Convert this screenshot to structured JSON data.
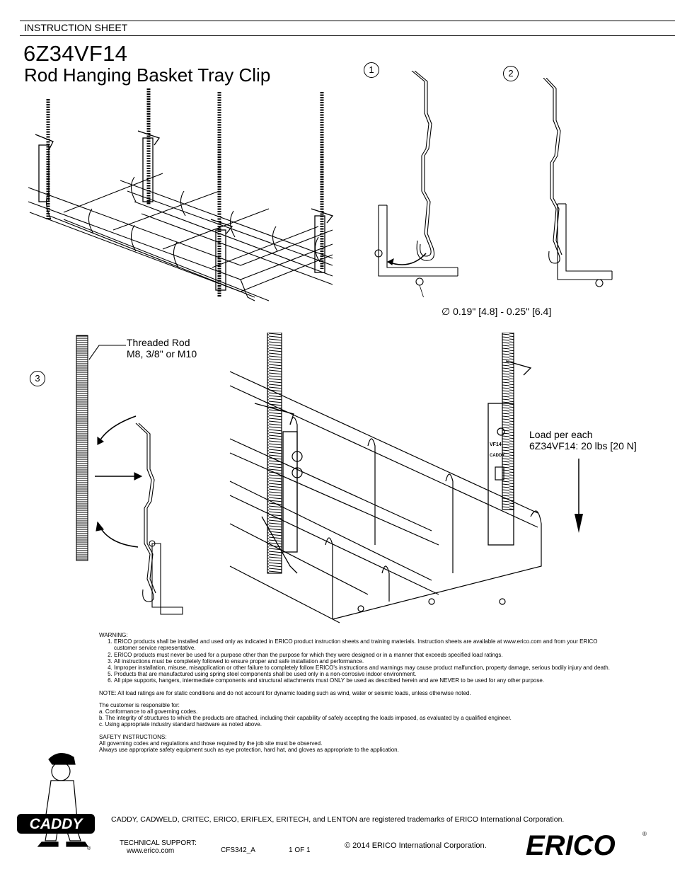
{
  "header": {
    "label": "INSTRUCTION SHEET",
    "part_number": "6Z34VF14",
    "title": "Rod Hanging Basket Tray Clip"
  },
  "steps": [
    "1",
    "2",
    "3"
  ],
  "callouts": {
    "diameter": "0.19\" [4.8] - 0.25\" [6.4]",
    "diameter_symbol": "∅",
    "rod_line1": "Threaded Rod",
    "rod_line2": "M8, 3/8\" or M10",
    "load_line1": "Load per each",
    "load_line2": "6Z34VF14: 20 lbs [20 N]",
    "clip_marking1": "VF14",
    "clip_marking2": "CADDY"
  },
  "warning": {
    "heading": "WARNING:",
    "items": [
      {
        "num": "1.",
        "text": "ERICO products shall be installed and used only as indicated in ERICO product instruction sheets and training materials.    Instruction sheets are available at www.erico.com and from your ERICO customer service representative."
      },
      {
        "num": "2.",
        "text": "ERICO products must never be used for a purpose other than the purpose for which they were designed or in a manner that exceeds specified load ratings."
      },
      {
        "num": "3.",
        "text": "All instructions must be completely followed to ensure proper and safe installation and performance."
      },
      {
        "num": "4.",
        "text": "Improper installation, misuse, misapplication or other failure to completely follow ERICO's instructions and warnings may cause product malfunction, property damage, serious bodily injury and death."
      },
      {
        "num": "5.",
        "text": "Products that are manufactured using spring steel components shall be used only in a non-corrosive indoor environment."
      },
      {
        "num": "6.",
        "text": "All pipe supports, hangers, intermediate components and structural attachments must ONLY be used as described herein and are NEVER to be used for any other purpose."
      }
    ],
    "note": "NOTE: All load ratings are for static conditions and do not account for dynamic loading such as wind, water or seismic loads, unless otherwise noted.",
    "customer_heading": "The customer is responsible for:",
    "customer_a": "a. Conformance to all governing codes.",
    "customer_b": "b. The integrity of structures to which the products are attached, including their capability of safely accepting the loads imposed, as evaluated by a qualified engineer.",
    "customer_c": "c. Using appropriate industry standard hardware as noted above.",
    "safety_heading": "SAFETY INSTRUCTIONS:",
    "safety_1": "All governing codes and regulations and those required by the job site must be observed.",
    "safety_2": "Always use appropriate safety equipment such as eye protection, hard hat, and gloves as appropriate to the application."
  },
  "footer": {
    "trademarks": "CADDY, CADWELD, CRITEC, ERICO, ERIFLEX, ERITECH, and LENTON are registered trademarks of ERICO International Corporation.",
    "support_label": "TECHNICAL SUPPORT:",
    "support_url": "www.erico.com",
    "doc_code": "CFS342_A",
    "page": "1 OF 1",
    "copyright": "© 2014  ERICO International Corporation.",
    "registered": "®",
    "caddy_logo_text": "CADDY",
    "erico_logo_text": "ERICO"
  }
}
